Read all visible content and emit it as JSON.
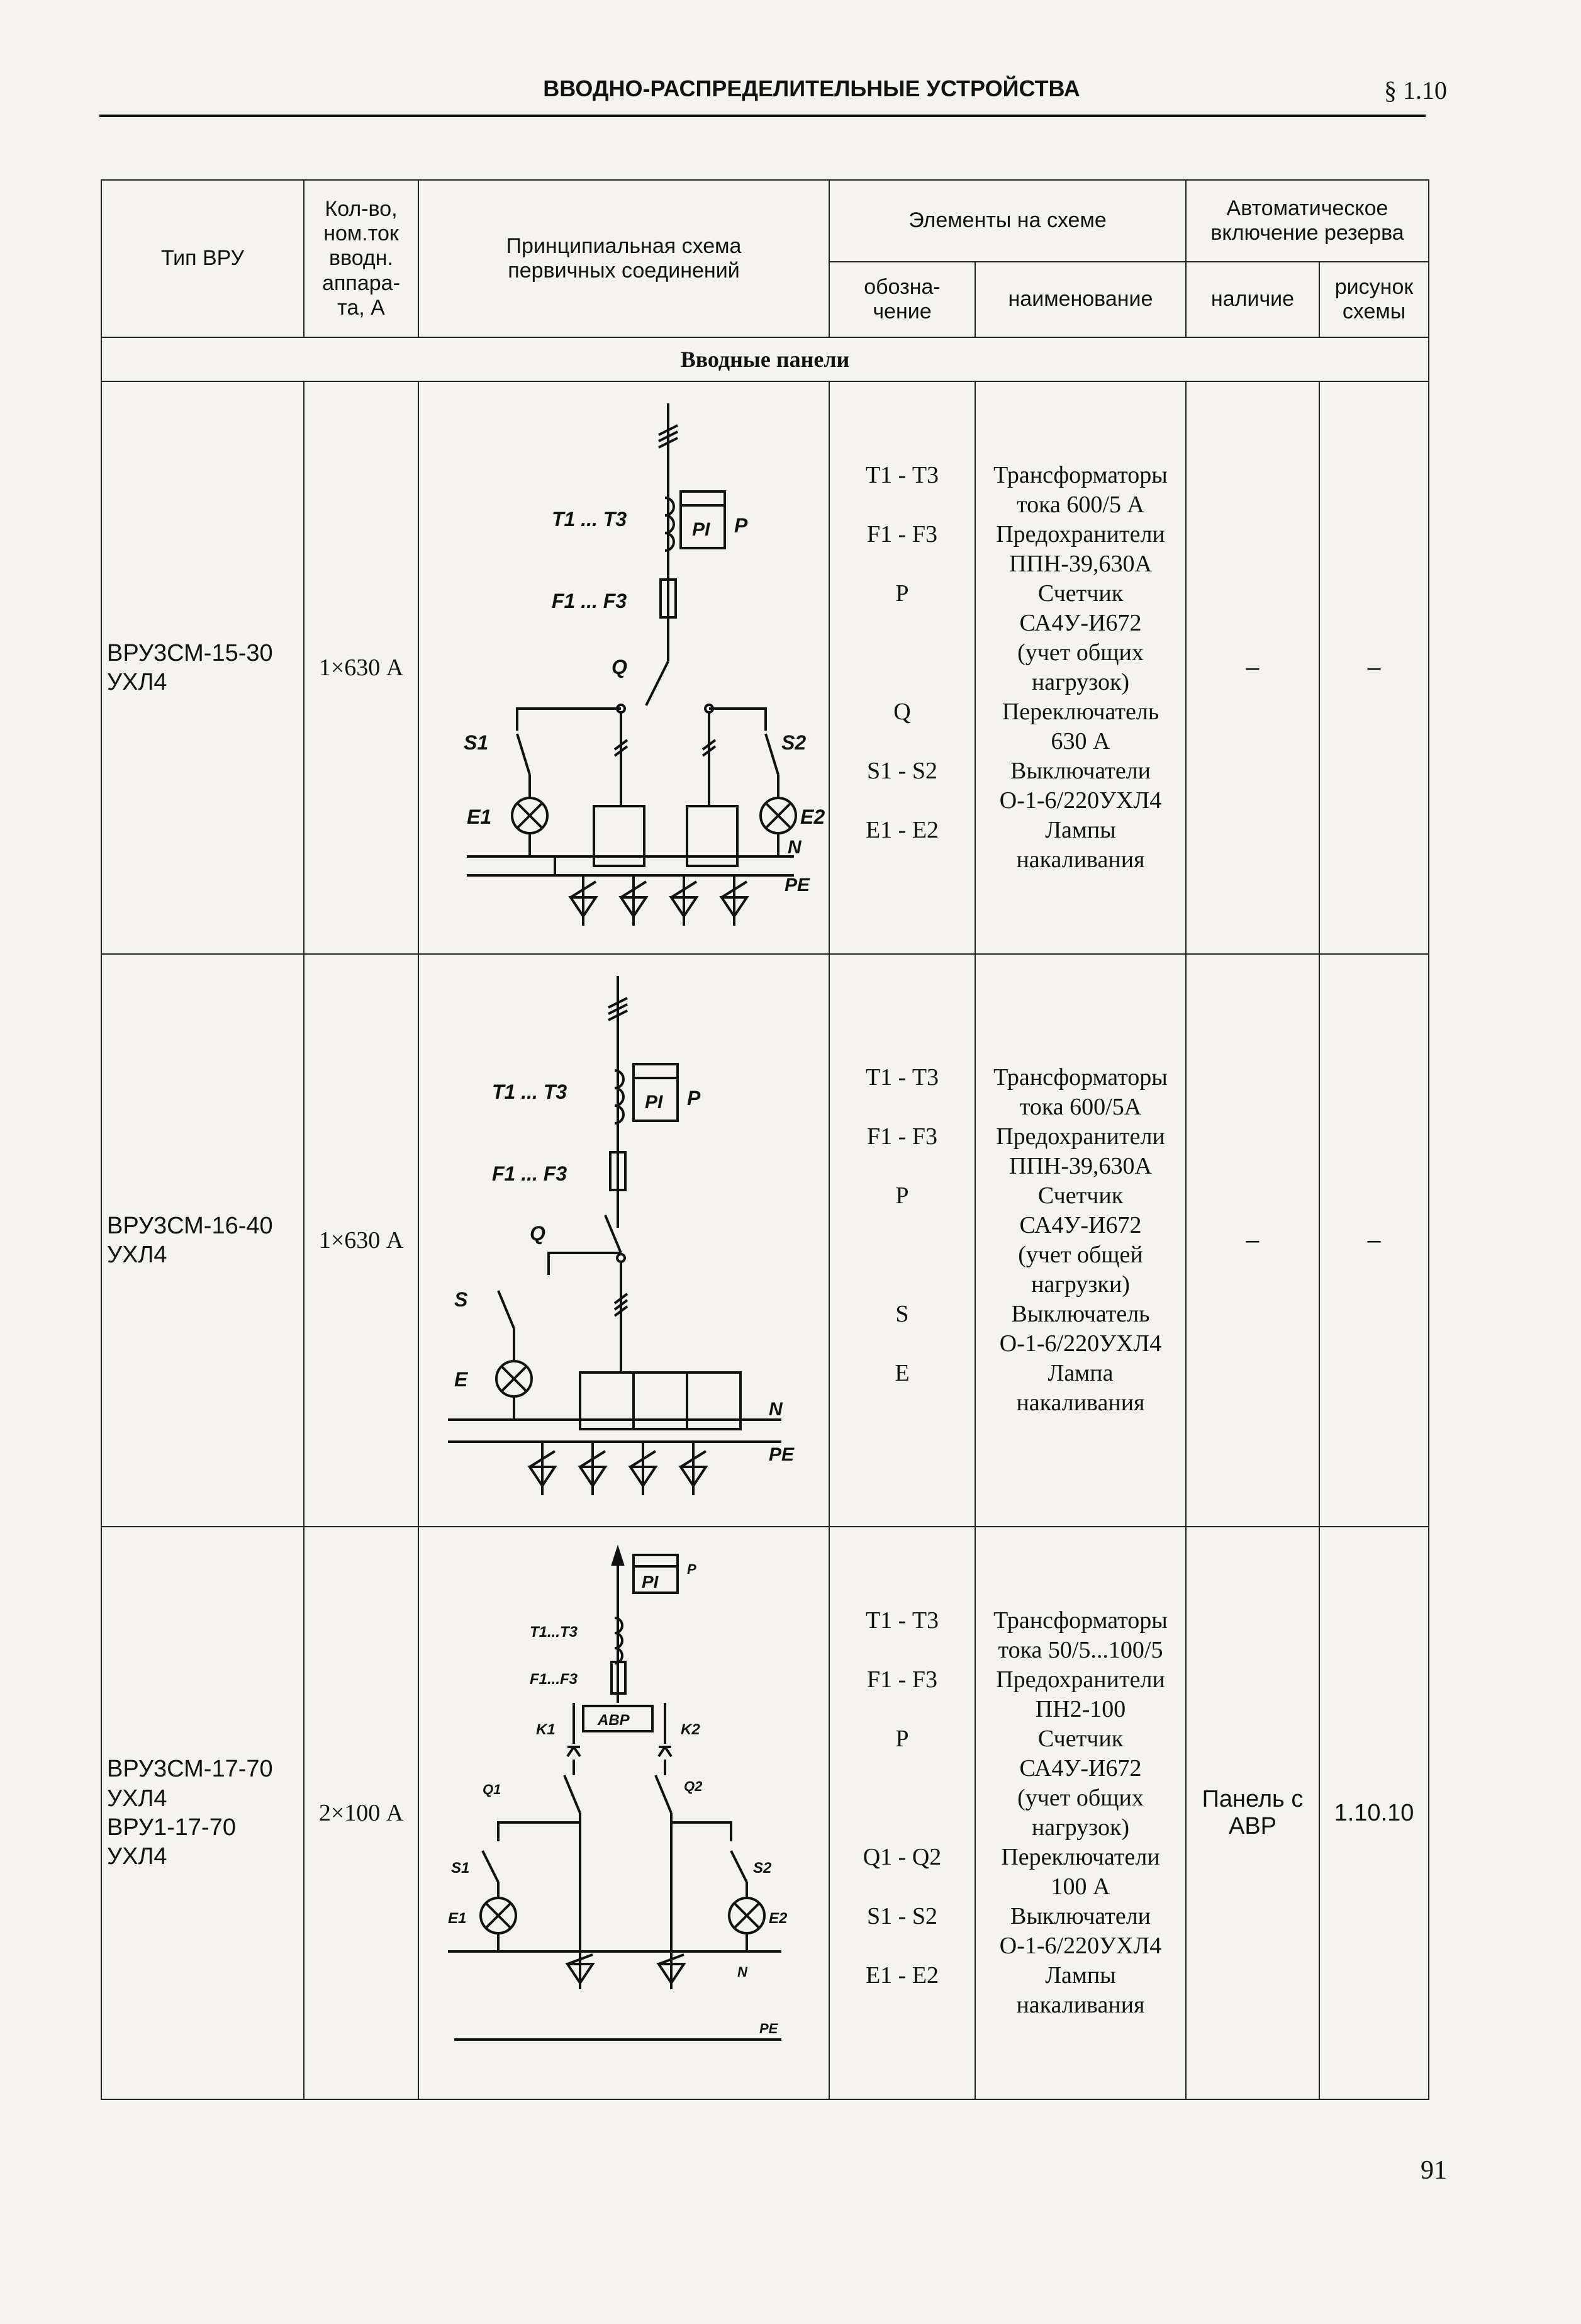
{
  "page": {
    "running_title": "ВВОДНО-РАСПРЕДЕЛИТЕЛЬНЫЕ УСТРОЙСТВА",
    "section": "§ 1.10",
    "page_number": "91"
  },
  "table": {
    "headers": {
      "type": "Тип ВРУ",
      "qty": [
        "Кол-во,",
        "ном.ток",
        "вводн.",
        "аппара-",
        "та, А"
      ],
      "scheme": [
        "Принципиальная схема",
        "первичных соединений"
      ],
      "elements": "Элементы на схеме",
      "designation": [
        "обозна-",
        "чение"
      ],
      "name": "наименование",
      "avr": [
        "Автоматическое",
        "включение резерва"
      ],
      "presence": "наличие",
      "figure": [
        "рисунок",
        "схемы"
      ]
    },
    "section_title": "Вводные панели",
    "rows": [
      {
        "type": [
          "ВРУ3СМ-15-30",
          "УХЛ4"
        ],
        "qty": "1×630 А",
        "designations": [
          "Т1 - Т3",
          "",
          "F1 - F3",
          "",
          "P",
          "",
          "",
          "",
          "Q",
          "",
          "S1 - S2",
          "",
          "E1 - E2",
          ""
        ],
        "names": [
          "Трансформаторы",
          "тока 600/5 А",
          "Предохранители",
          "ППН-39,630А",
          "Счетчик",
          "СА4У-И672",
          "(учет общих",
          "нагрузок)",
          "Переключатель",
          "630 А",
          "Выключатели",
          "О-1-6/220УХЛ4",
          "Лампы",
          "накаливания"
        ],
        "avr_presence": "–",
        "avr_figure": "–",
        "scheme_labels": {
          "ct": "T1 ... T3",
          "fuse": "F1 ... F3",
          "meter": "PI",
          "meter_tag": "P",
          "switch": "Q",
          "s_left": "S1",
          "s_right": "S2",
          "e_left": "E1",
          "e_right": "E2",
          "n": "N",
          "pe": "PE"
        }
      },
      {
        "type": [
          "ВРУ3СМ-16-40",
          "УХЛ4"
        ],
        "qty": "1×630 А",
        "designations": [
          "Т1 - Т3",
          "",
          "F1 - F3",
          "",
          "P",
          "",
          "",
          "",
          "S",
          "",
          "E",
          ""
        ],
        "names": [
          "Трансформаторы",
          "тока 600/5А",
          "Предохранители",
          "ППН-39,630А",
          "Счетчик",
          "СА4У-И672",
          "(учет общей",
          "нагрузки)",
          "Выключатель",
          "О-1-6/220УХЛ4",
          "Лампа",
          "накаливания"
        ],
        "avr_presence": "–",
        "avr_figure": "–",
        "scheme_labels": {
          "ct": "T1 ... T3",
          "fuse": "F1 ... F3",
          "meter": "PI",
          "meter_tag": "P",
          "switch": "Q",
          "s": "S",
          "e": "E",
          "n": "N",
          "pe": "PE"
        }
      },
      {
        "type": [
          "ВРУ3СМ-17-70",
          "УХЛ4",
          "ВРУ1-17-70",
          "УХЛ4"
        ],
        "qty": "2×100 А",
        "designations": [
          "Т1 - Т3",
          "",
          "F1 - F3",
          "",
          "P",
          "",
          "",
          "",
          "Q1 - Q2",
          "",
          "S1 - S2",
          "",
          "E1 - E2",
          ""
        ],
        "names": [
          "Трансформаторы",
          "тока 50/5...100/5",
          "Предохранители",
          "ПН2-100",
          "Счетчик",
          "СА4У-И672",
          "(учет общих",
          "нагрузок)",
          "Переключатели",
          "100 А",
          "Выключатели",
          "О-1-6/220УХЛ4",
          "Лампы",
          "накаливания"
        ],
        "avr_presence": [
          "Панель с",
          "АВР"
        ],
        "avr_figure": "1.10.10",
        "scheme_labels": {
          "ct": "T1...T3",
          "fuse": "F1...F3",
          "meter": "PI",
          "meter_tag": "P",
          "avr": "АВР",
          "k1": "K1",
          "k2": "K2",
          "q1": "Q1",
          "q2": "Q2",
          "s_left": "S1",
          "s_right": "S2",
          "e_left": "E1",
          "e_right": "E2",
          "n": "N",
          "pe": "PE"
        }
      }
    ]
  }
}
